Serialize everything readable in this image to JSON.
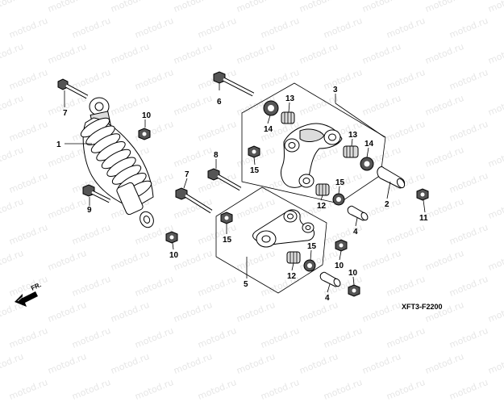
{
  "watermark": "motod.ru",
  "diagram_code": "XFT3-F2200",
  "direction_label": "FR.",
  "callouts": {
    "c1": "1",
    "c2": "2",
    "c3": "3",
    "c4a": "4",
    "c4b": "4",
    "c5": "5",
    "c6": "6",
    "c7a": "7",
    "c7b": "7",
    "c8": "8",
    "c9": "9",
    "c10a": "10",
    "c10b": "10",
    "c10c": "10",
    "c10d": "10",
    "c11": "11",
    "c12a": "12",
    "c12b": "12",
    "c13a": "13",
    "c13b": "13",
    "c14a": "14",
    "c14b": "14",
    "c15a": "15",
    "c15b": "15",
    "c15c": "15",
    "c15d": "15"
  }
}
